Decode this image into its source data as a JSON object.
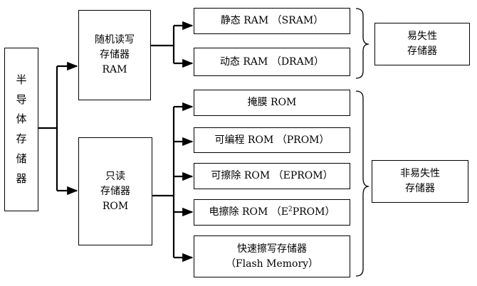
{
  "root": {
    "chars": [
      "半",
      "导",
      "体",
      "存",
      "储",
      "器"
    ]
  },
  "ram": {
    "lines": [
      "随机读写",
      "存储器",
      "RAM"
    ]
  },
  "rom": {
    "lines": [
      "只读",
      "存储器",
      "ROM"
    ]
  },
  "ram_types": [
    {
      "label": "静态 RAM （SRAM）"
    },
    {
      "label": "动态 RAM （DRAM）"
    }
  ],
  "rom_types": {
    "mask": "掩膜 ROM",
    "prom": "可编程 ROM （PROM）",
    "eprom": "可擦除 ROM （EPROM）",
    "e2prom_prefix": "电擦除 ROM （E",
    "e2prom_sup": "2",
    "e2prom_suffix": "PROM）",
    "flash_line1": "快速擦写存储器",
    "flash_line2": "（Flash Memory）"
  },
  "volatile": {
    "lines": [
      "易失性",
      "存储器"
    ]
  },
  "nonvolatile": {
    "lines": [
      "非易失性",
      "存储器"
    ]
  }
}
